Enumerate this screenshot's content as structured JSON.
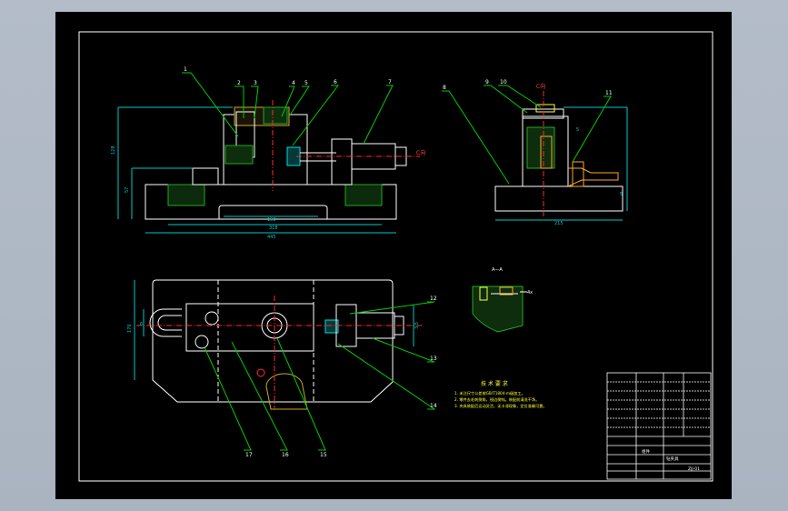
{
  "colors": {
    "background": "#b2bbc7",
    "sheet": "#000000",
    "border": "#ffffff",
    "outline": "#ffffff",
    "leader": "#00cc00",
    "dimension": "#00c8c8",
    "centerline": "#ff2a2a",
    "hatch": "#cc3333",
    "yellow": "#ffff33",
    "cyan_part": "#00dede",
    "magenta": "#ff44ff"
  },
  "front_view": {
    "part_labels": [
      "1",
      "2",
      "3",
      "4",
      "5",
      "6",
      "7"
    ],
    "side_label": "C向",
    "dims": {
      "overall_width": "445",
      "base_width": "318",
      "inner_width": "150",
      "height": "128",
      "base_height": "57"
    }
  },
  "side_view": {
    "part_labels": [
      "8",
      "9",
      "10",
      "11"
    ],
    "top_label": "C向",
    "dims": {
      "width": "215",
      "height_right": "5",
      "depth": "5"
    }
  },
  "top_view": {
    "part_labels": [
      "12",
      "13",
      "14",
      "15",
      "16",
      "17"
    ],
    "dims": {
      "left_height": "176",
      "left_inner": "6",
      "right_height": "3.5"
    }
  },
  "detail_view": {
    "label": "A—A",
    "note": "4x"
  },
  "tech_requirements": {
    "title": "技 术 要 求",
    "lines": [
      "1. 未注尺寸公差按GB/T1804-m级加工。",
      "2. 零件去毛刺倒角，锐边倒钝。装配前清洗干净。",
      "3. 夹具装配后运动灵活，无卡滞现象，定位准确可靠。"
    ]
  },
  "title_block": {
    "name": "钻夹具",
    "drawing_no": "ZJJ-01",
    "material": "组件"
  }
}
